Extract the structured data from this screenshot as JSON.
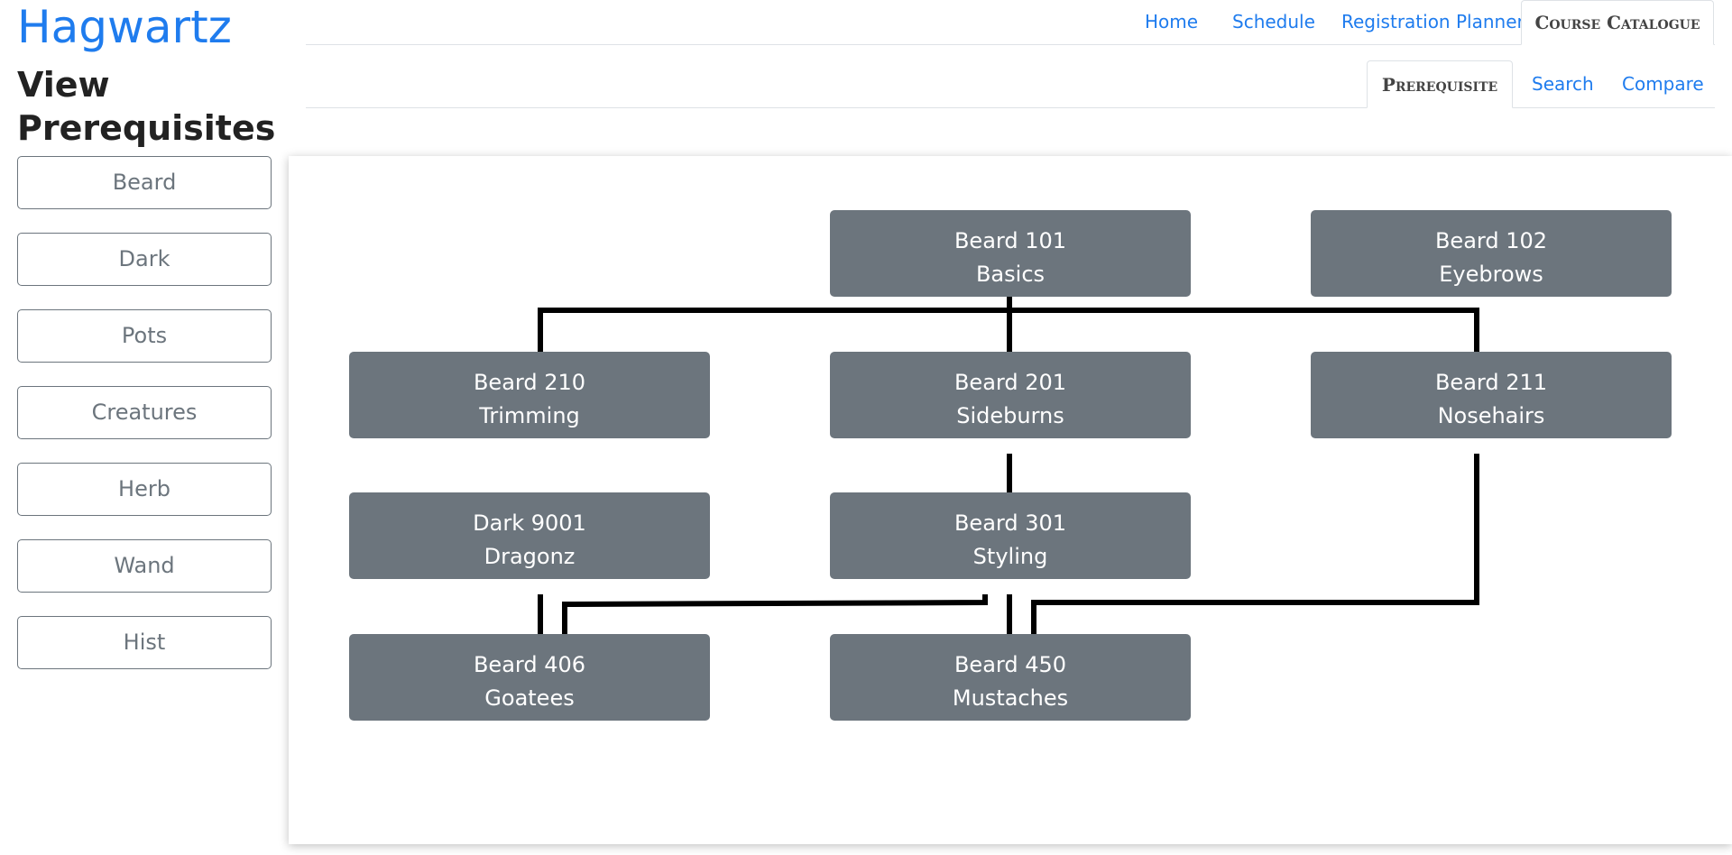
{
  "brand": "Hagwartz",
  "page_title": "View Prerequisites",
  "sidebar": {
    "items": [
      {
        "label": "Beard"
      },
      {
        "label": "Dark"
      },
      {
        "label": "Pots"
      },
      {
        "label": "Creatures"
      },
      {
        "label": "Herb"
      },
      {
        "label": "Wand"
      },
      {
        "label": "Hist"
      }
    ]
  },
  "topnav": {
    "home": "Home",
    "schedule": "Schedule",
    "registration_planner": "Registration Planner",
    "course_catalogue": "Course Catalogue",
    "active": "course_catalogue"
  },
  "subnav": {
    "prerequisite": "Prerequisite",
    "search": "Search",
    "compare": "Compare",
    "active": "prerequisite"
  },
  "graph": {
    "nodes": [
      {
        "id": "b101",
        "code": "Beard 101",
        "name": "Basics"
      },
      {
        "id": "b102",
        "code": "Beard 102",
        "name": "Eyebrows"
      },
      {
        "id": "b210",
        "code": "Beard 210",
        "name": "Trimming"
      },
      {
        "id": "b201",
        "code": "Beard 201",
        "name": "Sideburns"
      },
      {
        "id": "b211",
        "code": "Beard 211",
        "name": "Nosehairs"
      },
      {
        "id": "d9001",
        "code": "Dark 9001",
        "name": "Dragonz"
      },
      {
        "id": "b301",
        "code": "Beard 301",
        "name": "Styling"
      },
      {
        "id": "b406",
        "code": "Beard 406",
        "name": "Goatees"
      },
      {
        "id": "b450",
        "code": "Beard 450",
        "name": "Mustaches"
      }
    ]
  }
}
